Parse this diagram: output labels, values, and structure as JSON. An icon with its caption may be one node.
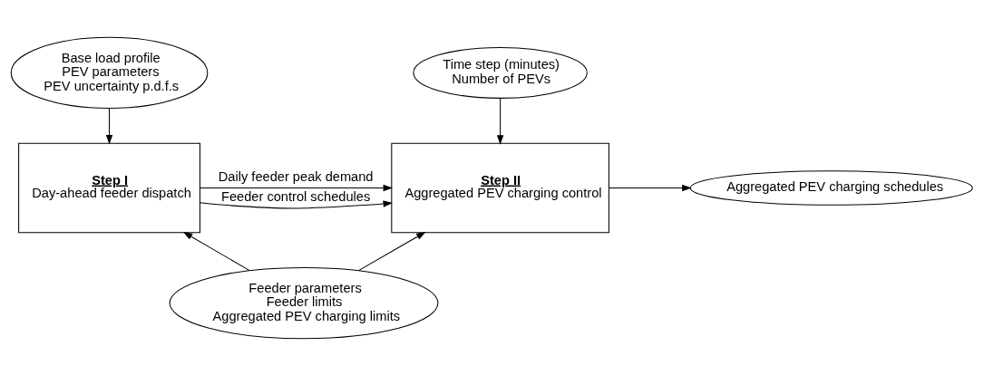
{
  "diagram": {
    "nodes": [
      {
        "text": [
          "Base load profile",
          "PEV parameters",
          "PEV uncertainty p.d.f.s"
        ]
      },
      {
        "text": [
          "Step I",
          "Day-ahead feeder dispatch"
        ]
      },
      {
        "text": [
          "Time step (minutes)",
          "Number of PEVs"
        ]
      },
      {
        "text": [
          "Step II",
          "Aggregated PEV charging control"
        ]
      },
      {
        "text": [
          "Aggregated PEV charging schedules"
        ]
      },
      {
        "text": [
          "Feeder parameters",
          "Feeder limits",
          "Aggregated PEV charging limits"
        ]
      }
    ],
    "edges": [
      {
        "from": 0,
        "to": 1,
        "arrow": "to"
      },
      {
        "from": 1,
        "to": 3,
        "arrow": "to",
        "label": "Feeder control schedules"
      },
      {
        "from": 1,
        "to": 3,
        "arrow": "to",
        "label": "Daily feeder peak demand"
      },
      {
        "from": 2,
        "to": 3,
        "arrow": "to"
      },
      {
        "from": 3,
        "to": 4,
        "arrow": "to"
      },
      {
        "from": 5,
        "to": 1,
        "arrow": "to"
      },
      {
        "from": 5,
        "to": 3,
        "arrow": "to"
      }
    ]
  }
}
